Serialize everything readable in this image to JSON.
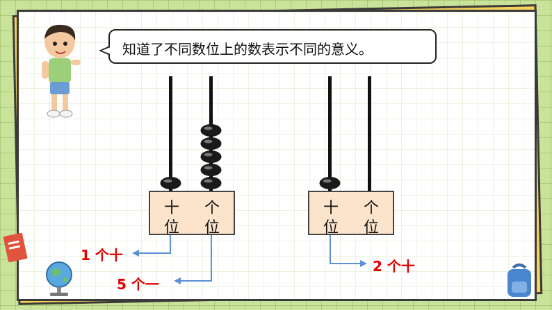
{
  "speech": {
    "text": "知道了不同数位上的数表示不同的意义。"
  },
  "abacus_left": {
    "labels": {
      "tens_top": "十",
      "tens_bottom": "位",
      "ones_top": "个",
      "ones_bottom": "位"
    },
    "tens_beads": 1,
    "ones_beads": 5
  },
  "abacus_right": {
    "labels": {
      "tens_top": "十",
      "tens_bottom": "位",
      "ones_top": "个",
      "ones_bottom": "位"
    },
    "tens_beads": 1,
    "ones_beads": 0
  },
  "annotations": {
    "left_tens": "1 个十",
    "left_ones": "5 个一",
    "right_tens": "2 个十"
  },
  "colors": {
    "annotation": "#e00000",
    "arrow": "#5b8fd6",
    "box": "#fce4cc",
    "bead": "#1a1a1a"
  }
}
